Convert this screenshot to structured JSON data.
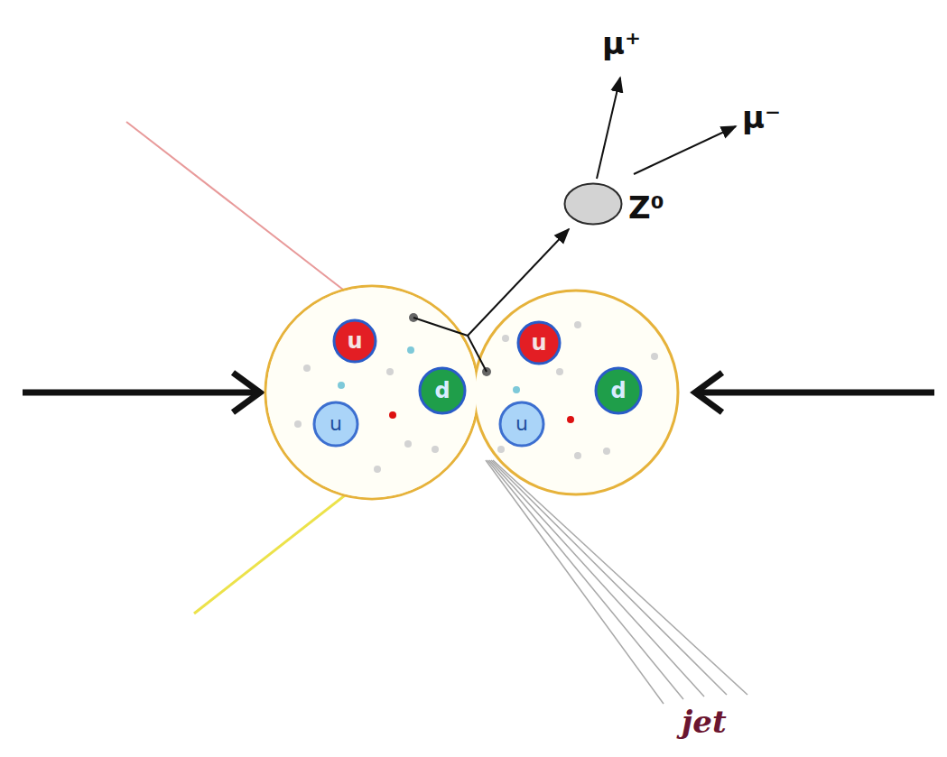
{
  "diagram": {
    "nodes": [
      {
        "text": [
          "Z⁰"
        ]
      },
      {
        "text": [
          "u"
        ]
      },
      {
        "text": [
          "d"
        ]
      },
      {
        "text": [
          "u"
        ]
      },
      {
        "text": [
          "u"
        ]
      },
      {
        "text": [
          "d"
        ]
      },
      {
        "text": [
          "u"
        ]
      }
    ],
    "labels": [
      "μ⁺",
      "μ⁻",
      "jet"
    ]
  }
}
